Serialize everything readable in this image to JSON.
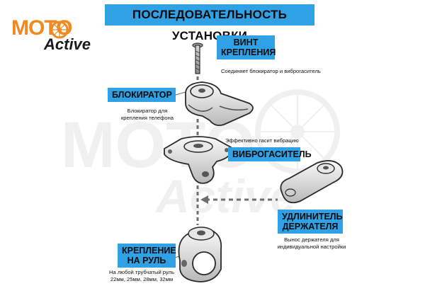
{
  "header": {
    "title": "ПОСЛЕДОВАТЕЛЬНОСТЬ УСТАНОВКИ"
  },
  "logo": {
    "moto": "MOTO",
    "active": "Active"
  },
  "watermark": {
    "moto": "MOTO",
    "active": "Active"
  },
  "parts": {
    "screw": {
      "title_line1": "ВИНТ",
      "title_line2": "КРЕПЛЕНИЯ",
      "desc": "Соединяет блокиратор и виброгаситель"
    },
    "lock": {
      "title": "БЛОКИРАТОР",
      "desc_line1": "Блокиратор для",
      "desc_line2": "крепления телефона"
    },
    "damper": {
      "title": "ВИБРОГАСИТЕЛЬ",
      "desc": "Эффективно гасит вибрацию"
    },
    "extender": {
      "title_line1": "УДЛИНИТЕЛЬ",
      "title_line2": "ДЕРЖАТЕЛЯ",
      "desc_line1": "Вынос держателя для",
      "desc_line2": "индивидуальной настройки"
    },
    "mount": {
      "title_line1": "КРЕПЛЕНИЕ",
      "title_line2": "НА РУЛЬ",
      "desc_line1": "На любой трубчатый руль",
      "desc_line2": "22мм, 25мм, 28мм, 32мм"
    }
  },
  "colors": {
    "accent": "#2fa1e4",
    "logo_orange": "#f08a1f",
    "arrow": "#6f6f6f",
    "watermark": "#cfcfcf"
  }
}
